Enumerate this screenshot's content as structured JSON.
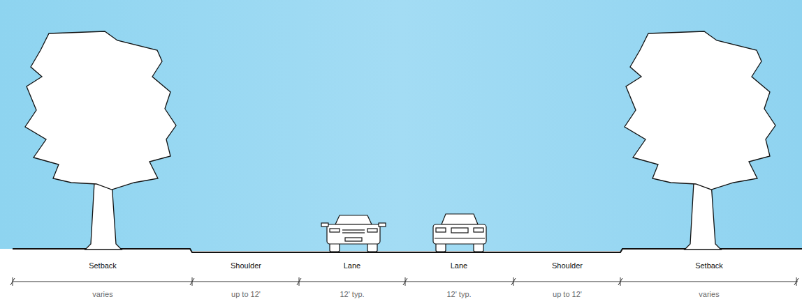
{
  "diagram": {
    "labels": [
      "Setback",
      "Shoulder",
      "Lane",
      "Lane",
      "Shoulder",
      "Setback",
      "varies",
      "up to 12'",
      "12' typ.",
      "12' typ.",
      "up to 12'",
      "varies"
    ]
  }
}
